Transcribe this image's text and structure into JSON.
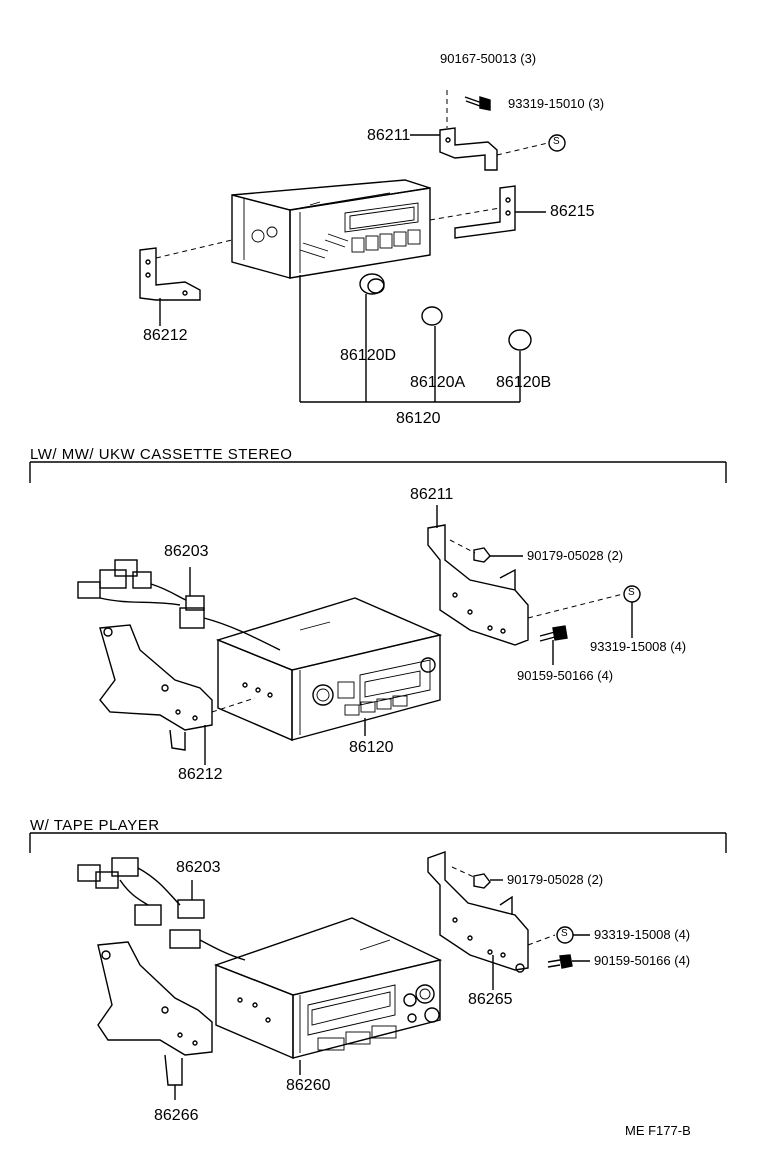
{
  "sections": [
    {
      "title": ""
    },
    {
      "title": "LW/ MW/ UKW  CASSETTE  STEREO"
    },
    {
      "title": "W/ TAPE  PLAYER"
    }
  ],
  "top": {
    "screw_a": "90167-50013 (3)",
    "screw_b": "93319-15010 (3)",
    "bracket_upper": "86211",
    "bracket_right": "86215",
    "bracket_left": "86212",
    "knob_d": "86120D",
    "knob_a": "86120A",
    "knob_b": "86120B",
    "assembly": "86120",
    "s_mark": "S"
  },
  "middle": {
    "bracket_right": "86211",
    "harness": "86203",
    "nut": "90179-05028 (2)",
    "screw_s": "93319-15008 (4)",
    "screw_b": "90159-50166 (4)",
    "bracket_left": "86212",
    "assembly": "86120",
    "s_mark": "S"
  },
  "bottom": {
    "harness": "86203",
    "nut": "90179-05028 (2)",
    "screw_s": "93319-15008 (4)",
    "screw_b": "90159-50166 (4)",
    "bracket_right": "86265",
    "bracket_left": "86266",
    "assembly": "86260",
    "s_mark": "S"
  },
  "footer_code": "ME  F177-B"
}
